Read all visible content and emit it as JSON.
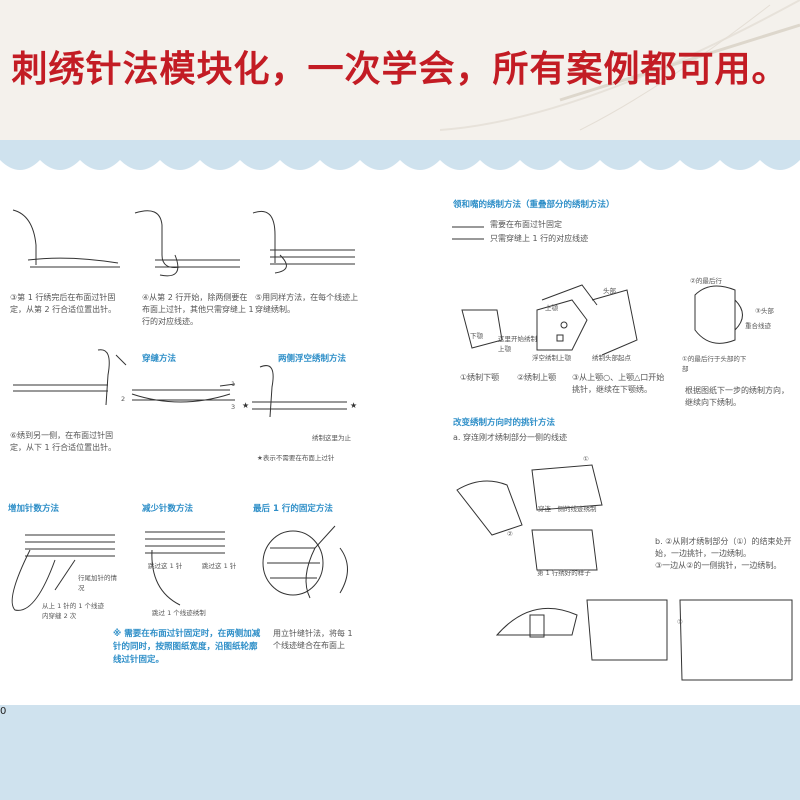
{
  "banner": {
    "title": "刺绣针法模块化，一次学会，所有案例都可用。"
  },
  "left": {
    "cap1": "③第 1 行绣完后在布面过针固定，从第 2 行合适位置出针。",
    "cap2": "④从第 2 行开始，除两侧要在布面上过针，其他只需穿缝上 1 行的对应线迹。",
    "cap3": "⑤用同样方法，在每个线迹上穿缝绣制。",
    "cap4": "⑥绣到另一侧，在布面过针固定，从下 1 行合适位置出针。",
    "h_chuanfeng": "穿缝方法",
    "h_liangce": "两侧浮空绣制方法",
    "lbl_1": "1",
    "lbl_2": "2",
    "lbl_3": "3",
    "lbl_xiuzhi": "绣制这里为止",
    "lbl_star": "★表示不需要在布面上过针",
    "h_add": "增加针数方法",
    "h_sub": "减少针数方法",
    "h_last": "最后 1 行的固定方法",
    "lbl_hangwei": "行尾加针的情况",
    "lbl_shang1": "从上 1 针的 1 个线迹内穿缝 2 次",
    "lbl_tiao1a": "跳过这 1 针",
    "lbl_tiao1b": "跳过这 1 针",
    "lbl_tiao_xian": "跳过 1 个线迹绣制",
    "note": "※ 需要在布面过针固定时，在两侧加减针的同时，按照图纸宽度，沿图纸轮廓线过针固定。",
    "cap_last": "用立针缝针法，将每 1 个线迹缝合在布面上"
  },
  "right": {
    "h_overlap": "领和嘴的绣制方法（重叠部分的绣制方法）",
    "leg1": "需要在布面过针固定",
    "leg2": "只需穿缝上 1 行的对应线迹",
    "lbl_toubu": "头部",
    "lbl_shange": "上颚",
    "lbl_xiae": "下颚",
    "lbl_zhelikai": "这里开始绣制上颚",
    "lbl_fukong": "浮空绣制上颚",
    "lbl_xiuzhitou": "绣制头部起点",
    "c1": "①绣制下颚",
    "c2": "②绣制上颚",
    "c3": "③从上颚○、上颚△口开始挑针，继续在下颚绣。",
    "lbl_dierhang": "②的最后行",
    "lbl_toubu2": "③头部",
    "lbl_chonghe": "重合线迹",
    "lbl_zuihou": "①的最后行于头部的下部",
    "c4": "根据图纸下一步的绣制方向，继续向下绣制。",
    "h_change": "改变绣制方向时的挑针方法",
    "sub_a": "a. 穿连刚才绣制部分一侧的线迹",
    "lbl_chuanlian": "穿连一侧的线迹绣制",
    "lbl_diyi": "第 1 行绣好的样子",
    "sub_b": "b. ②从刚才绣制部分（①）的结束处开始，一边挑针，一边绣制。",
    "sub_b2": "③一边从②的一侧挑针，一边绣制。",
    "n1": "①",
    "n2": "②",
    "n3": "③"
  },
  "footer": {
    "page": "0"
  },
  "colors": {
    "title": "#c31c24",
    "accent": "#2f8fc8",
    "band": "#cfe2ee"
  }
}
